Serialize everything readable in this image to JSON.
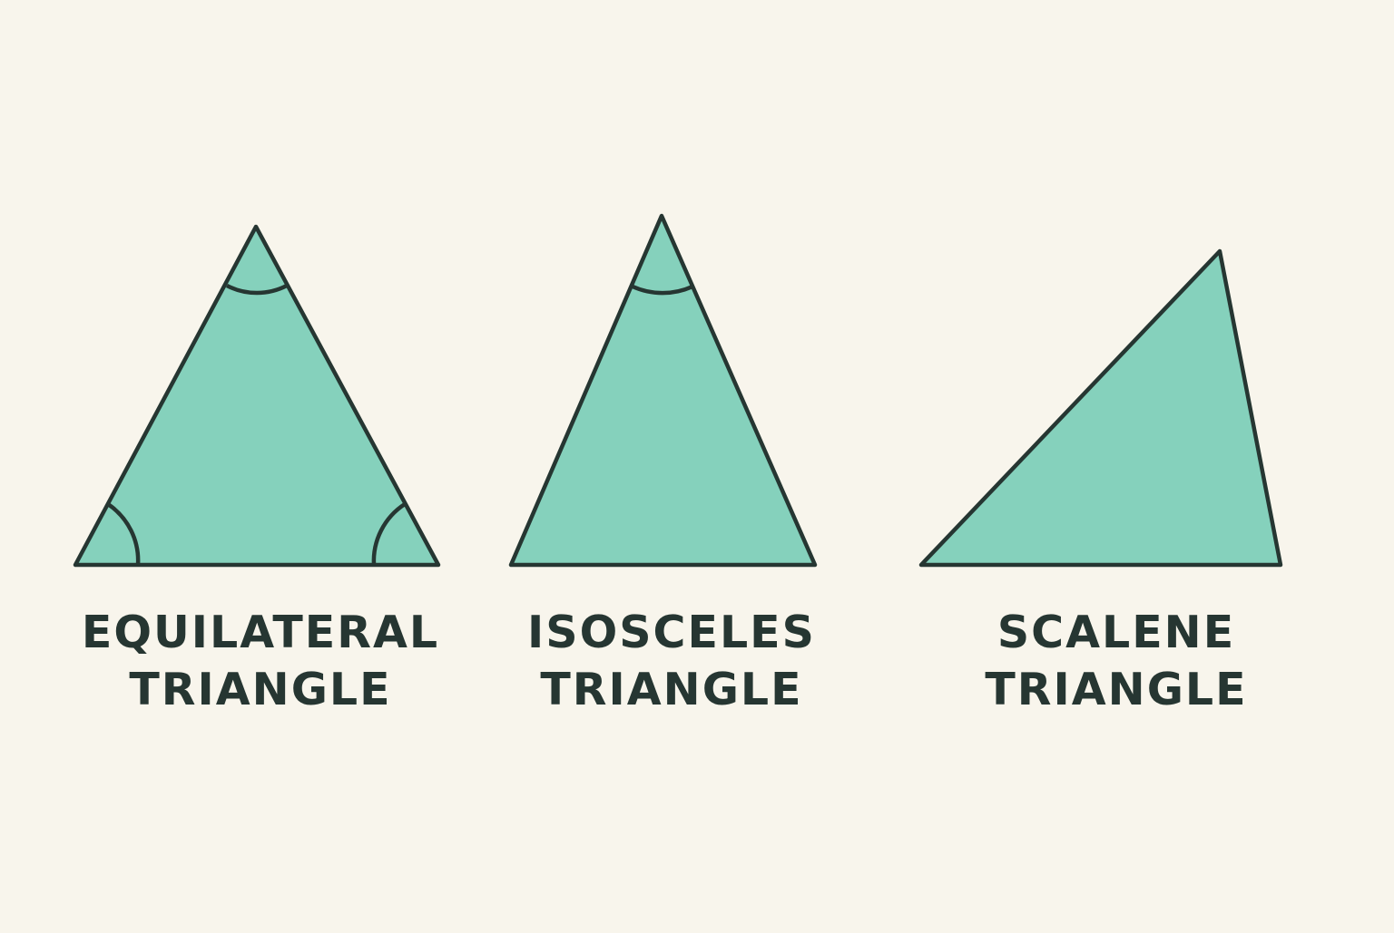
{
  "colors": {
    "background": "#f8f5ec",
    "fill": "#85d1bc",
    "stroke": "#263632",
    "text": "#263632"
  },
  "triangles": [
    {
      "name": "equilateral",
      "label_line1": "EQUILATERAL",
      "label_line2": "TRIANGLE",
      "equal_angles_marked": 3
    },
    {
      "name": "isosceles",
      "label_line1": "ISOSCELES",
      "label_line2": "TRIANGLE",
      "equal_angles_marked": 1
    },
    {
      "name": "scalene",
      "label_line1": "SCALENE",
      "label_line2": "TRIANGLE",
      "equal_angles_marked": 0
    }
  ]
}
